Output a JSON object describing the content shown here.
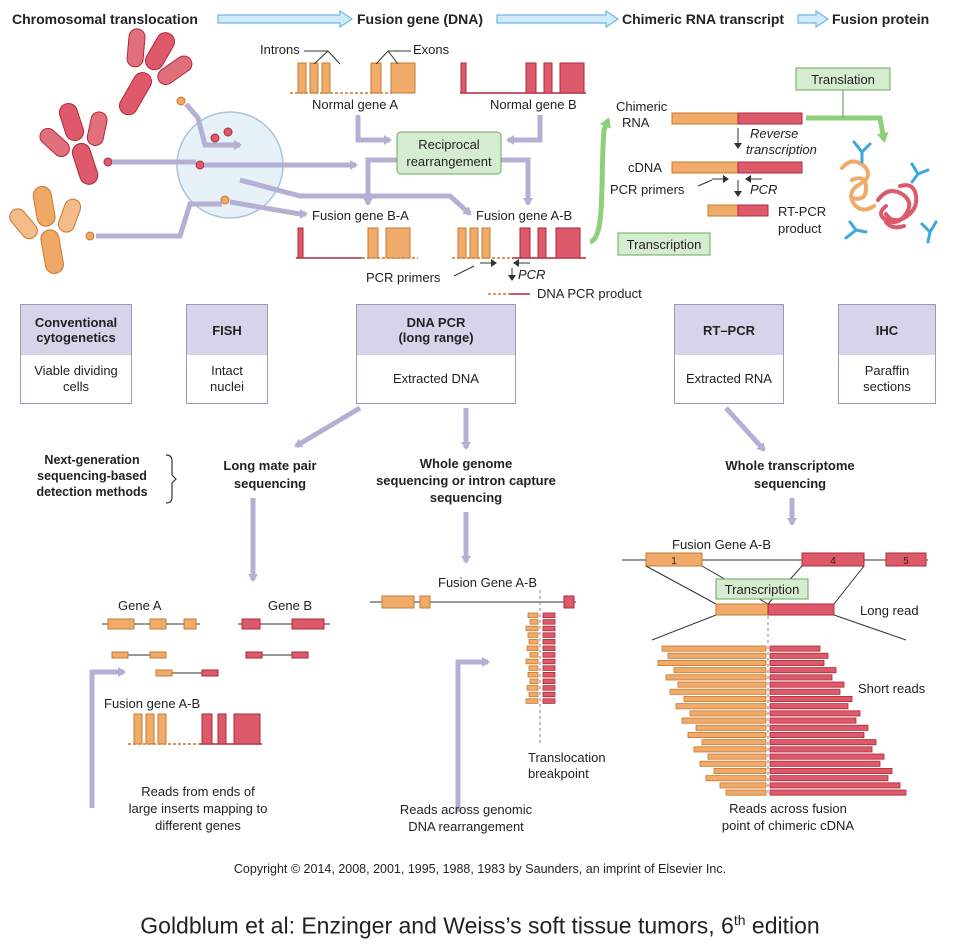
{
  "header": {
    "step1": "Chromosomal translocation",
    "step2": "Fusion gene (DNA)",
    "step3": "Chimeric RNA transcript",
    "step4": "Fusion protein"
  },
  "top": {
    "introns": "Introns",
    "exons": "Exons",
    "normal_a": "Normal gene A",
    "normal_b": "Normal gene B",
    "reciprocal_1": "Reciprocal",
    "reciprocal_2": "rearrangement",
    "fusion_ba": "Fusion gene B-A",
    "fusion_ab": "Fusion gene A-B",
    "pcr_primers": "PCR primers",
    "pcr": "PCR",
    "dna_pcr_product": "DNA PCR product",
    "chimeric_1": "Chimeric",
    "chimeric_2": "RNA",
    "reverse_1": "Reverse",
    "reverse_2": "transcription",
    "cdna": "cDNA",
    "pcr_primers_2": "PCR primers",
    "pcr_2": "PCR",
    "rtpcr_product_1": "RT-PCR",
    "rtpcr_product_2": "product",
    "translation": "Translation",
    "transcription": "Transcription"
  },
  "methods": [
    {
      "head": "Conventional cytogenetics",
      "body": "Viable dividing cells"
    },
    {
      "head": "FISH",
      "body": "Intact nuclei"
    },
    {
      "head": "DNA PCR (long range)",
      "body": "Extracted DNA"
    },
    {
      "head": "RT–PCR",
      "body": "Extracted RNA"
    },
    {
      "head": "IHC",
      "body": "Paraffin sections"
    }
  ],
  "ngs": {
    "label_1": "Next-generation",
    "label_2": "sequencing-based",
    "label_3": "detection methods",
    "lmp_1": "Long mate pair",
    "lmp_2": "sequencing",
    "wgs_1": "Whole genome",
    "wgs_2": "sequencing or intron capture",
    "wgs_3": "sequencing",
    "wts_1": "Whole transcriptome",
    "wts_2": "sequencing"
  },
  "bottom_left": {
    "gene_a": "Gene A",
    "gene_b": "Gene B",
    "fusion": "Fusion gene A-B",
    "cap_1": "Reads from ends of",
    "cap_2": "large inserts mapping to",
    "cap_3": "different genes"
  },
  "bottom_mid": {
    "fusion": "Fusion Gene A-B",
    "bp_1": "Translocation",
    "bp_2": "breakpoint",
    "cap_1": "Reads across genomic",
    "cap_2": "DNA rearrangement"
  },
  "bottom_right": {
    "fusion": "Fusion Gene A-B",
    "exon1": "1",
    "exon4": "4",
    "exon5": "5",
    "transcription": "Transcription",
    "long_read": "Long read",
    "short_reads": "Short reads",
    "cap_1": "Reads across fusion",
    "cap_2": "point of chimeric cDNA"
  },
  "copyright": "Copyright © 2014, 2008, 2001, 1995, 1988, 1983 by Saunders, an imprint of Elsevier Inc.",
  "caption": {
    "main": "Goldblum et al: Enzinger and Weiss’s soft tissue tumors, 6",
    "sup": "th",
    "tail": " edition"
  },
  "colors": {
    "orange": "#f0aa6a",
    "orange_stroke": "#c8782e",
    "red": "#dc5a6a",
    "red_stroke": "#b02838",
    "purple_arrow": "#b4b0d4",
    "green_box": "#d6ecd0",
    "green_stroke": "#6aa85a",
    "header_arrow": "#8cc8ec",
    "method_head": "#d6d4ea"
  }
}
